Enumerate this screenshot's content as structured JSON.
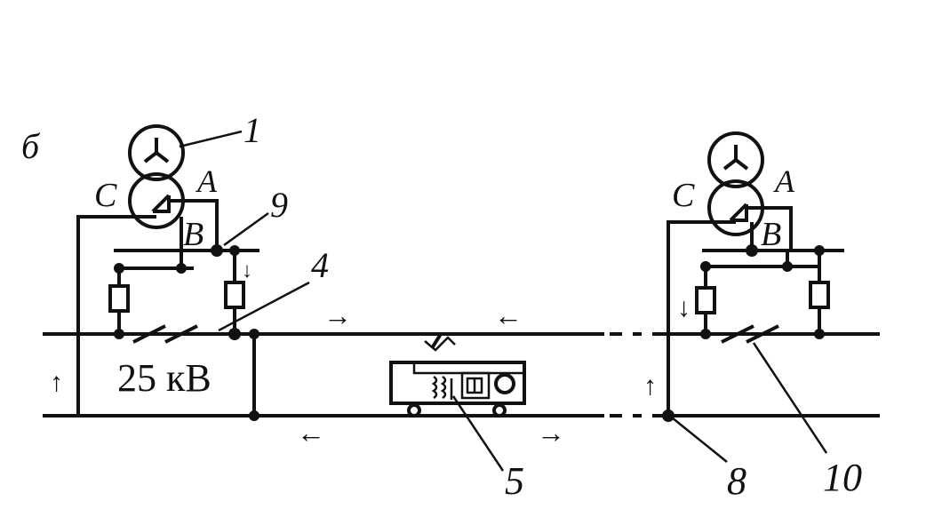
{
  "labels": {
    "part": "б",
    "n1": "1",
    "n9": "9",
    "n4": "4",
    "n5": "5",
    "n8": "8",
    "n10": "10",
    "voltage": "25 кВ",
    "left_A": "A",
    "left_B": "B",
    "left_C": "C",
    "right_A": "A",
    "right_B": "B",
    "right_C": "C"
  },
  "arrows": {
    "up": "↑",
    "down": "↓",
    "left": "←",
    "right": "→"
  },
  "colors": {
    "ink": "#111111",
    "background": "#ffffff"
  }
}
